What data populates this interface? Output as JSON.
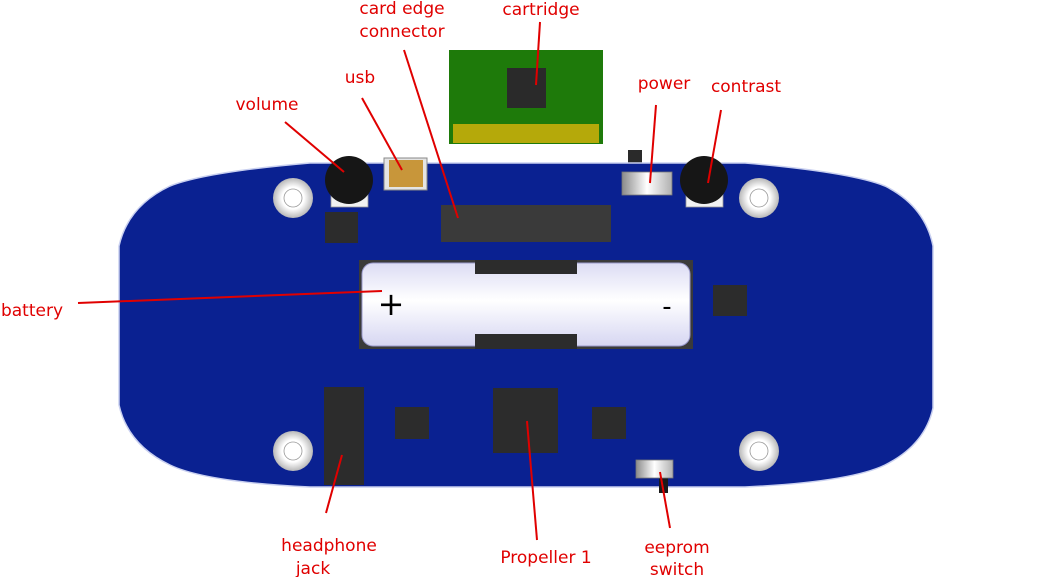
{
  "labels": {
    "card_edge_connector": [
      "card edge",
      "connector"
    ],
    "cartridge": "cartridge",
    "usb": "usb",
    "volume": "volume",
    "power": "power",
    "contrast": "contrast",
    "battery": "battery",
    "headphone_jack": [
      "headphone",
      "jack"
    ],
    "propeller": "Propeller 1",
    "eeprom_switch": [
      "eeprom",
      "switch"
    ]
  },
  "battery_marks": {
    "plus": "+",
    "minus": "-"
  },
  "colors": {
    "board": "#0a2191",
    "board_outline": "#c9d0f0",
    "chip": "#2c2c2c",
    "cartridge_board": "#1e7a0a",
    "cartridge_contacts": "#b5a90a",
    "usb_port": "#c8963a",
    "label": "#e00000"
  }
}
